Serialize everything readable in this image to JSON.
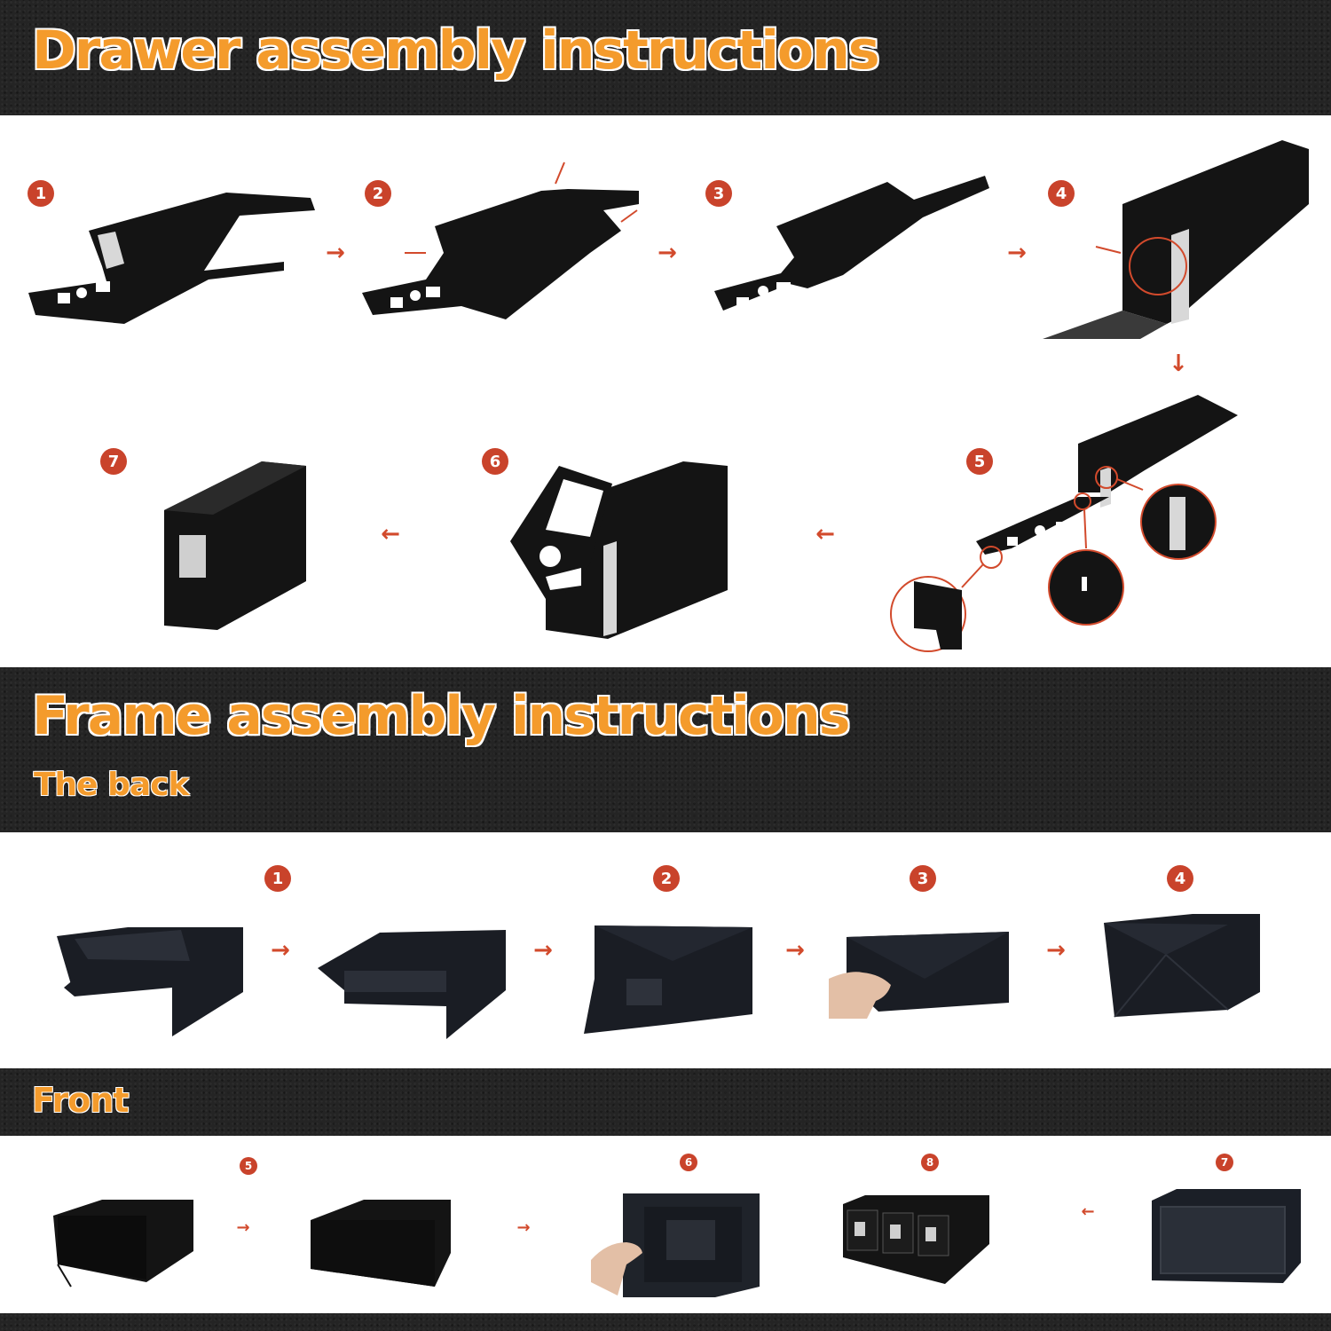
{
  "drawer_section": {
    "title": "Drawer assembly instructions",
    "steps": [
      "1",
      "2",
      "3",
      "4",
      "5",
      "6",
      "7"
    ],
    "arrows": [
      "→",
      "→",
      "→",
      "↓",
      "←",
      "←"
    ]
  },
  "frame_section": {
    "title": "Frame assembly instructions",
    "back_label": "The back",
    "back_steps": [
      "1",
      "2",
      "3",
      "4"
    ],
    "back_arrows": [
      "→",
      "→",
      "→",
      "→"
    ],
    "front_label": "Front",
    "front_steps": [
      "5",
      "6",
      "8",
      "7"
    ],
    "front_arrows": [
      "→",
      "→",
      "←"
    ]
  },
  "colors": {
    "heading": "#f49b2c",
    "band": "#242424",
    "badge": "#c9432b",
    "arrow": "#d24a2c",
    "part": "#111111"
  }
}
